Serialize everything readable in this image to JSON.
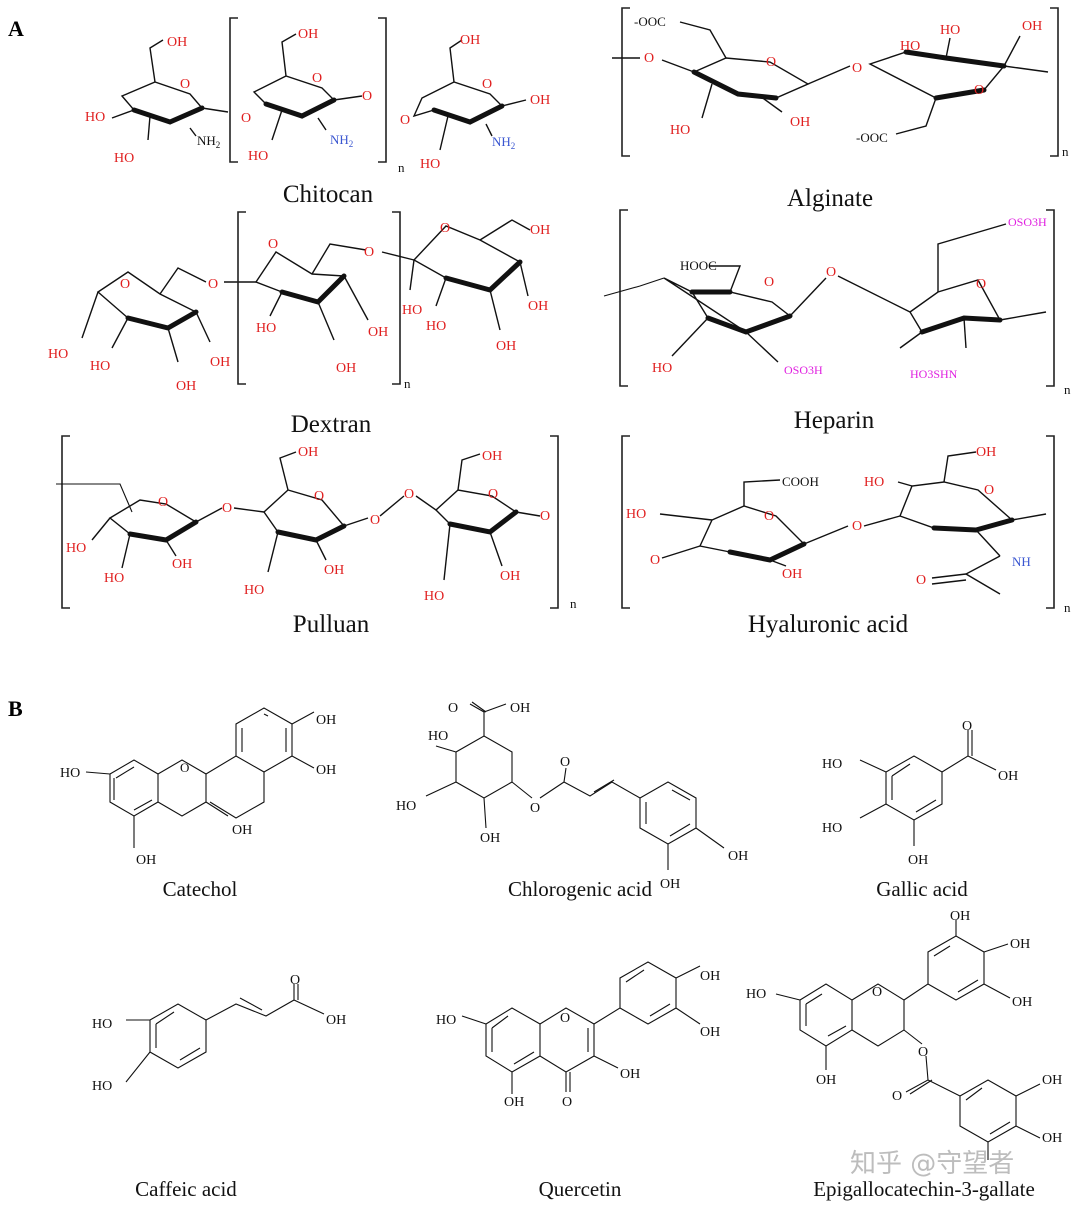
{
  "panels": {
    "a": "A",
    "b": "B"
  },
  "captions": {
    "chitocan": "Chitocan",
    "alginate": "Alginate",
    "dextran": "Dextran",
    "heparin": "Heparin",
    "pulluan": "Pulluan",
    "hyaluronic": "Hyaluronic acid",
    "catechol": "Catechol",
    "chlorogenic": "Chlorogenic acid",
    "gallic": "Gallic acid",
    "caffeic": "Caffeic acid",
    "quercetin": "Quercetin",
    "egcg": "Epigallocatechin-3-gallate"
  },
  "labels": {
    "oh": "OH",
    "ho": "HO",
    "o": "O",
    "n": "n",
    "nh2": "NH",
    "sub2": "2",
    "nh": "NH",
    "cooh": "COOH",
    "hooc": "HOOC",
    "ooc": "-OOC",
    "oso3h": "OSO3H",
    "ho3shn": "HO3SHN"
  },
  "watermark": "知乎 @守望者",
  "colors": {
    "oxygen": "#e02020",
    "nitrogen": "#3a56d0",
    "sulfo": "#e020e0",
    "ink": "#111111"
  }
}
